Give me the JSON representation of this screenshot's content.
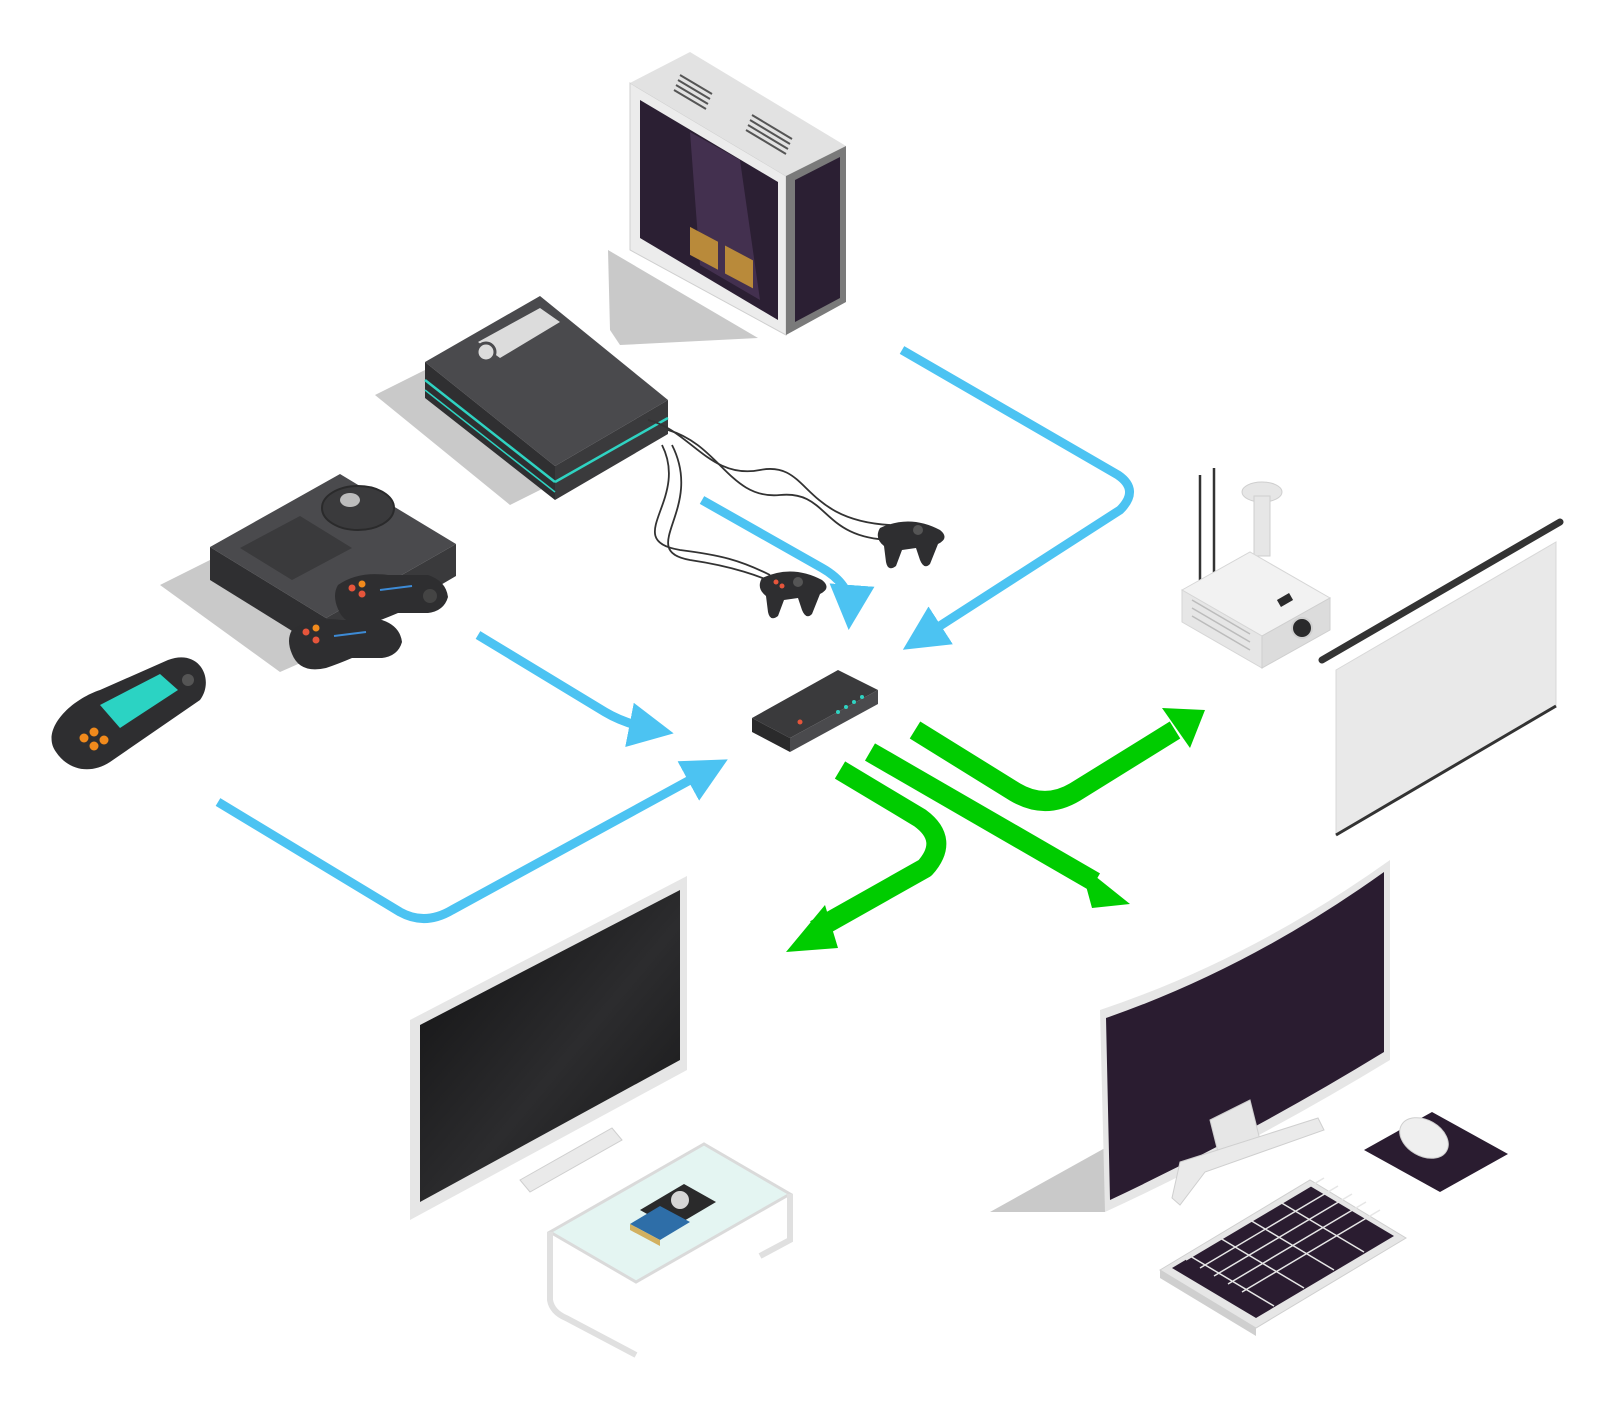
{
  "diagram": {
    "kind": "isometric-av-switch-illustration",
    "center_device": "hdmi-switch",
    "colors": {
      "input_arrow": "#4cc3f2",
      "output_arrow": "#00cc00",
      "shadow": "#c8c8c8",
      "console_dark": "#3a3a3c",
      "console_top": "#4a4a4d",
      "teal_accent": "#2fd3c2",
      "pc_frame": "#d9d9d9",
      "pc_glass": "#2b1f33",
      "monitor_screen": "#2a1c30",
      "tv_screen": "#1d1d1d",
      "controller_red": "#e6553b",
      "controller_orange": "#f18a1c",
      "handheld_screen": "#2bd3c3"
    },
    "inputs": [
      {
        "device": "gaming-pc-tower",
        "icon": "pc-tower-icon"
      },
      {
        "device": "game-console-modern",
        "icon": "console-icon"
      },
      {
        "device": "controller-wired",
        "icon": "gamepad-icon"
      },
      {
        "device": "game-console-retro",
        "icon": "console-icon"
      },
      {
        "device": "handheld-console",
        "icon": "handheld-icon"
      }
    ],
    "outputs": [
      {
        "device": "projector",
        "icon": "projector-icon"
      },
      {
        "device": "projection-screen",
        "icon": "screen-icon"
      },
      {
        "device": "television",
        "icon": "tv-icon"
      },
      {
        "device": "curved-monitor",
        "icon": "monitor-icon"
      }
    ]
  }
}
